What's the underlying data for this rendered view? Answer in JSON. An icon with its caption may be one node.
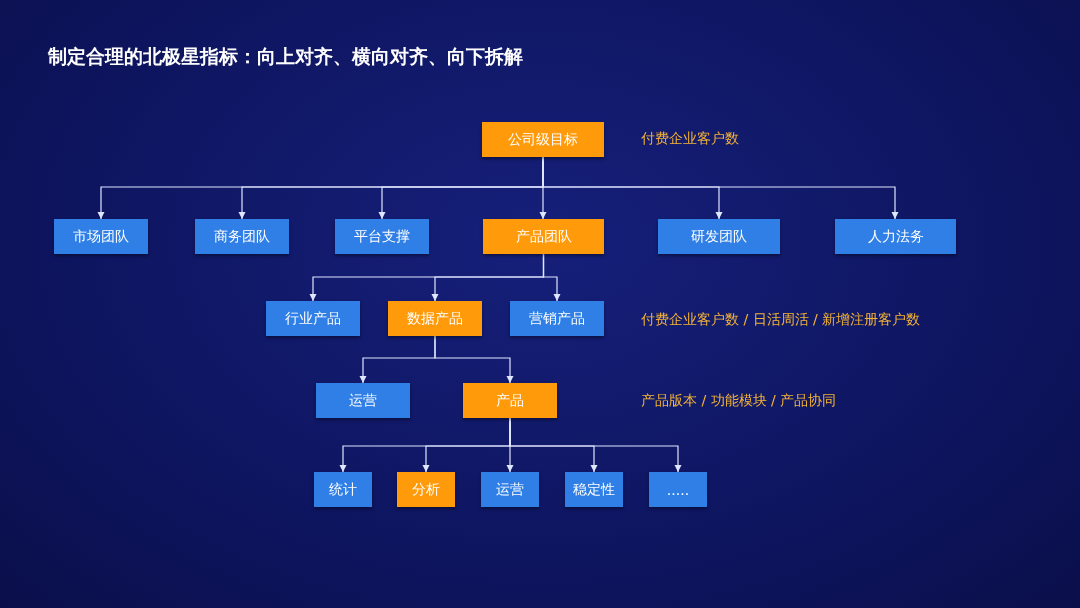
{
  "diagram": {
    "title": "制定合理的北极星指标：向上对齐、横向对齐、向下拆解",
    "nodes": [
      {
        "text": [
          "公司级目标"
        ]
      },
      {
        "text": [
          "市场团队"
        ]
      },
      {
        "text": [
          "商务团队"
        ]
      },
      {
        "text": [
          "平台支撑"
        ]
      },
      {
        "text": [
          "产品团队"
        ]
      },
      {
        "text": [
          "研发团队"
        ]
      },
      {
        "text": [
          "人力法务"
        ]
      },
      {
        "text": [
          "行业产品"
        ]
      },
      {
        "text": [
          "数据产品"
        ]
      },
      {
        "text": [
          "营销产品"
        ]
      },
      {
        "text": [
          "运营"
        ]
      },
      {
        "text": [
          "产品"
        ]
      },
      {
        "text": [
          "统计"
        ]
      },
      {
        "text": [
          "分析"
        ]
      },
      {
        "text": [
          "运营"
        ]
      },
      {
        "text": [
          "稳定性"
        ]
      },
      {
        "text": [
          "....."
        ]
      }
    ],
    "edges": [
      {
        "from": 0,
        "to": 1,
        "arrow": "to"
      },
      {
        "from": 0,
        "to": 2,
        "arrow": "to"
      },
      {
        "from": 0,
        "to": 3,
        "arrow": "to"
      },
      {
        "from": 0,
        "to": 4,
        "arrow": "to"
      },
      {
        "from": 0,
        "to": 5,
        "arrow": "to"
      },
      {
        "from": 0,
        "to": 6,
        "arrow": "to"
      },
      {
        "from": 4,
        "to": 7,
        "arrow": "to"
      },
      {
        "from": 4,
        "to": 8,
        "arrow": "to"
      },
      {
        "from": 4,
        "to": 9,
        "arrow": "to"
      },
      {
        "from": 8,
        "to": 10,
        "arrow": "to"
      },
      {
        "from": 8,
        "to": 11,
        "arrow": "to"
      },
      {
        "from": 11,
        "to": 12,
        "arrow": "to"
      },
      {
        "from": 11,
        "to": 13,
        "arrow": "to"
      },
      {
        "from": 11,
        "to": 14,
        "arrow": "to"
      },
      {
        "from": 11,
        "to": 15,
        "arrow": "to"
      },
      {
        "from": 11,
        "to": 16,
        "arrow": "to"
      }
    ],
    "labels": [
      "付费企业客户数",
      "付费企业客户数 / 日活周活 / 新增注册客户数",
      "产品版本 / 功能模块 / 产品协同"
    ]
  }
}
